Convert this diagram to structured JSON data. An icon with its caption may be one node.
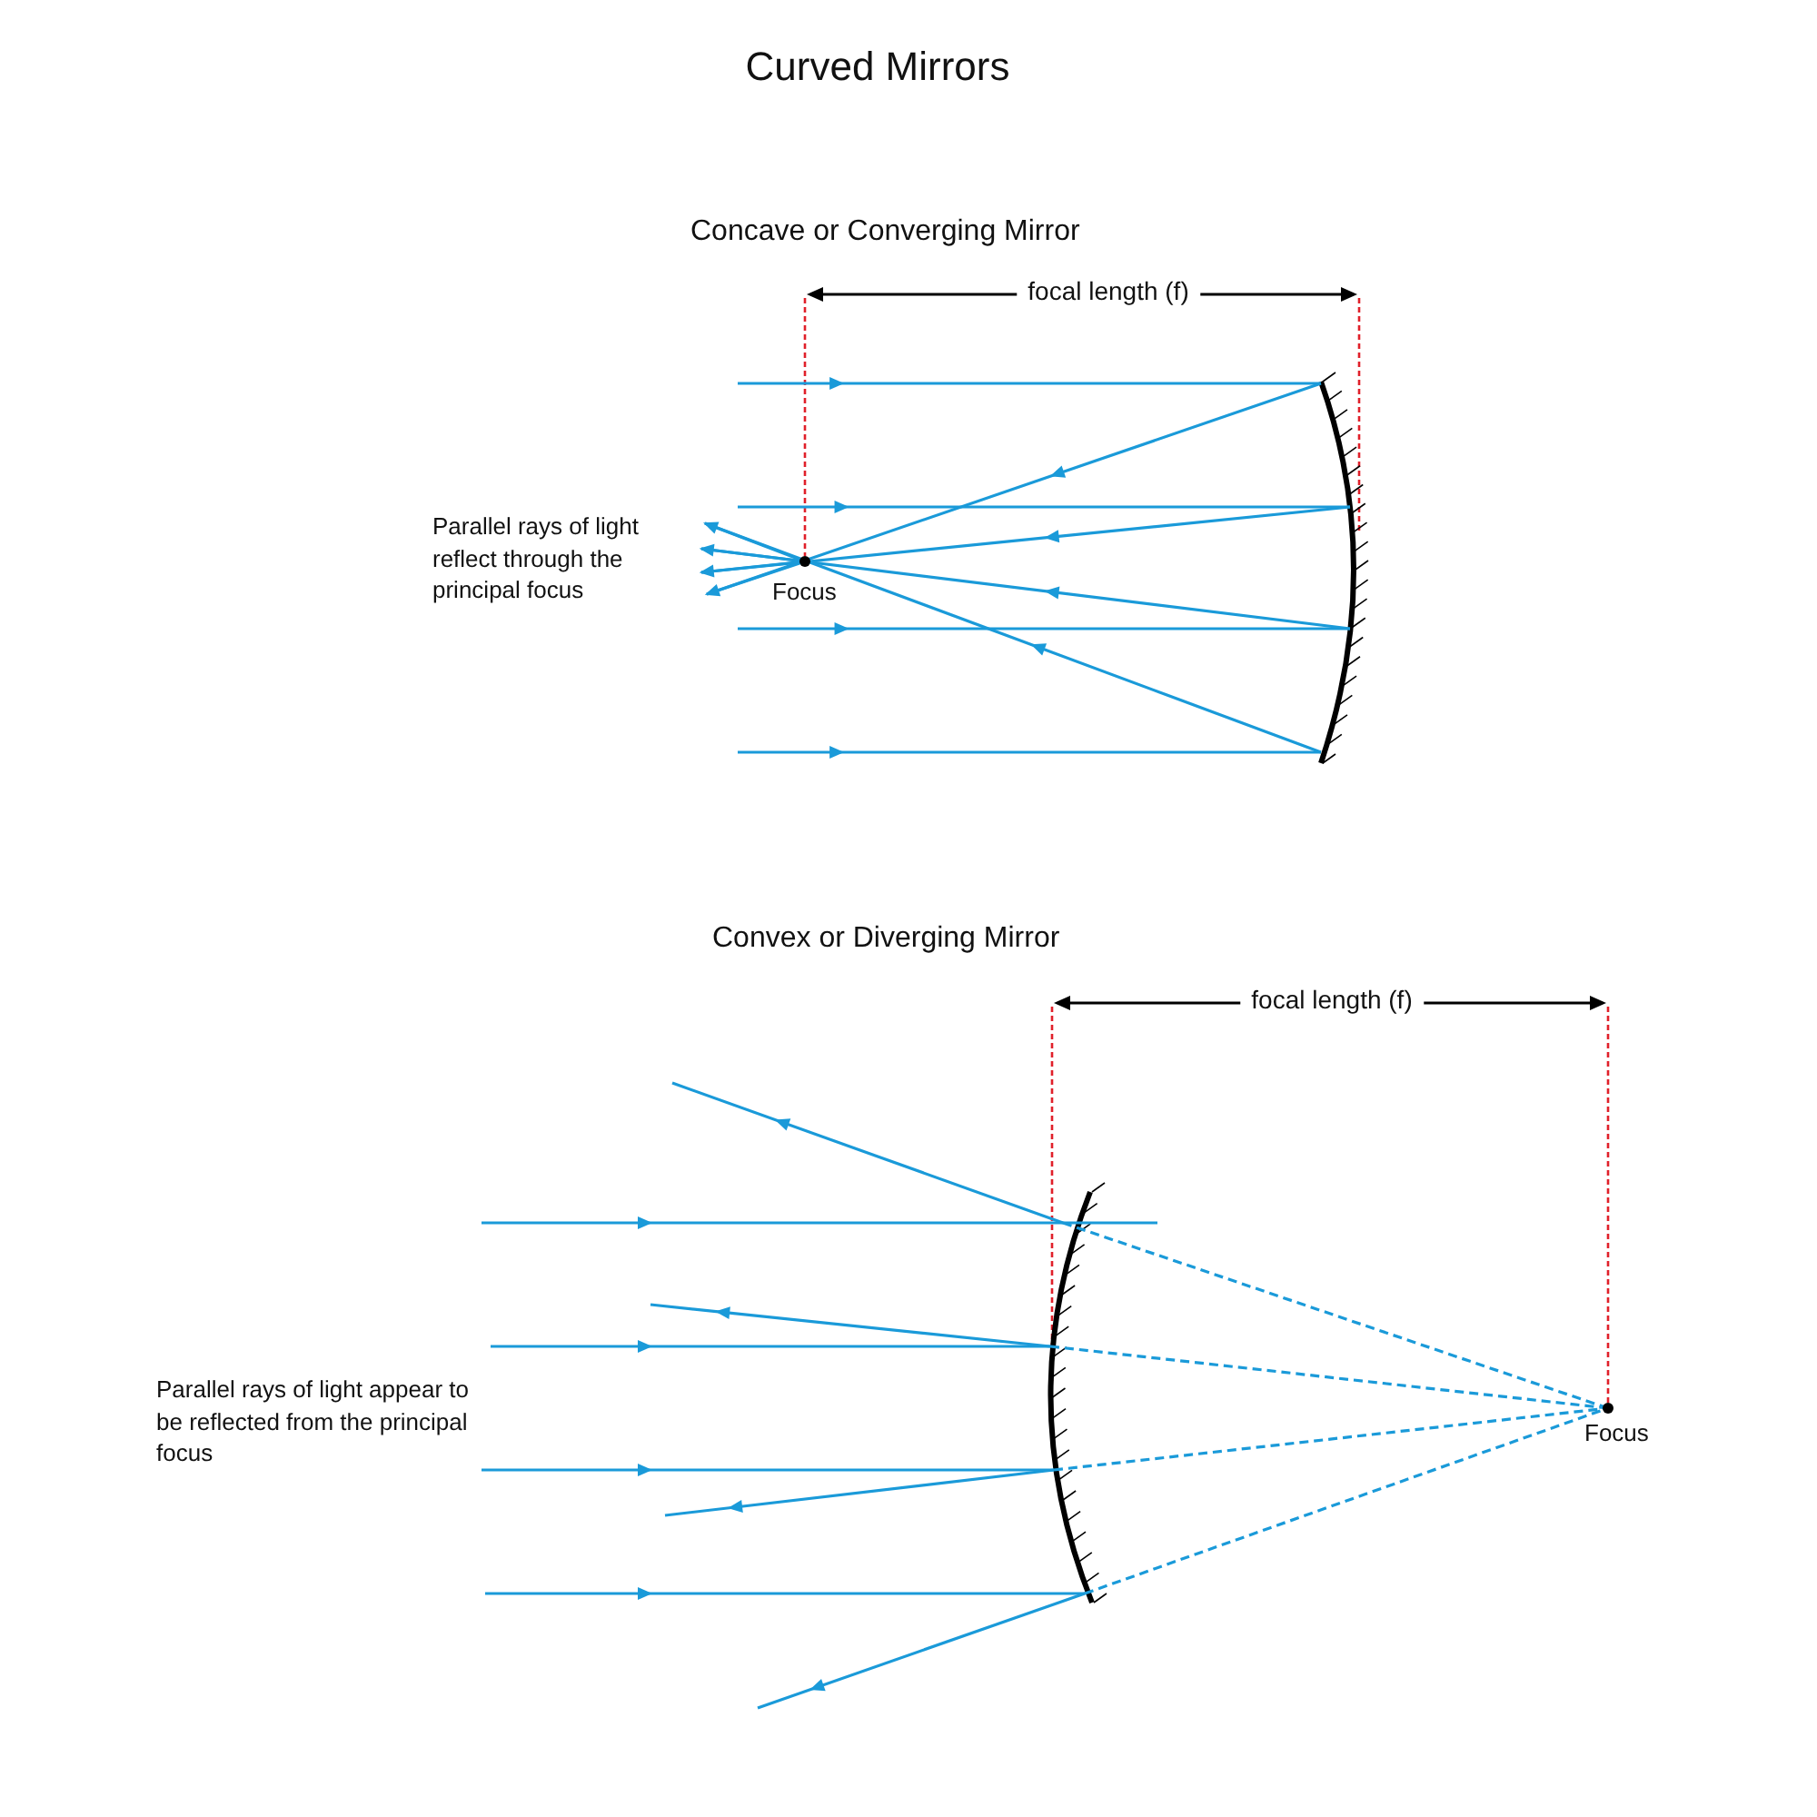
{
  "diagram": {
    "title": "Curved Mirrors",
    "labels": [
      "Concave or Converging Mirror",
      "focal length (f)",
      "Parallel rays of light reflect through the principal focus",
      "Focus",
      "Convex or Diverging Mirror",
      "focal length (f)",
      "Parallel rays of light appear to be reflected from the principal focus",
      "Focus"
    ]
  }
}
